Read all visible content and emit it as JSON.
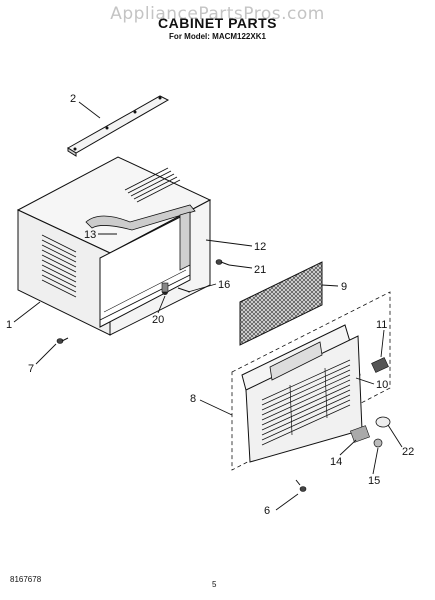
{
  "header": {
    "watermark": "AppliancePartsPros.com",
    "title": "CABINET PARTS",
    "subtitle": "For Model: MACM122XK1"
  },
  "callouts": [
    {
      "id": "2",
      "label": "2"
    },
    {
      "id": "13",
      "label": "13"
    },
    {
      "id": "12",
      "label": "12"
    },
    {
      "id": "21",
      "label": "21"
    },
    {
      "id": "16",
      "label": "16"
    },
    {
      "id": "20",
      "label": "20"
    },
    {
      "id": "1",
      "label": "1"
    },
    {
      "id": "7",
      "label": "7"
    },
    {
      "id": "9",
      "label": "9"
    },
    {
      "id": "11",
      "label": "11"
    },
    {
      "id": "10",
      "label": "10"
    },
    {
      "id": "8",
      "label": "8"
    },
    {
      "id": "14",
      "label": "14"
    },
    {
      "id": "22",
      "label": "22"
    },
    {
      "id": "15",
      "label": "15"
    },
    {
      "id": "6",
      "label": "6"
    }
  ],
  "footer": {
    "doc_number": "8167678",
    "page": "5"
  }
}
